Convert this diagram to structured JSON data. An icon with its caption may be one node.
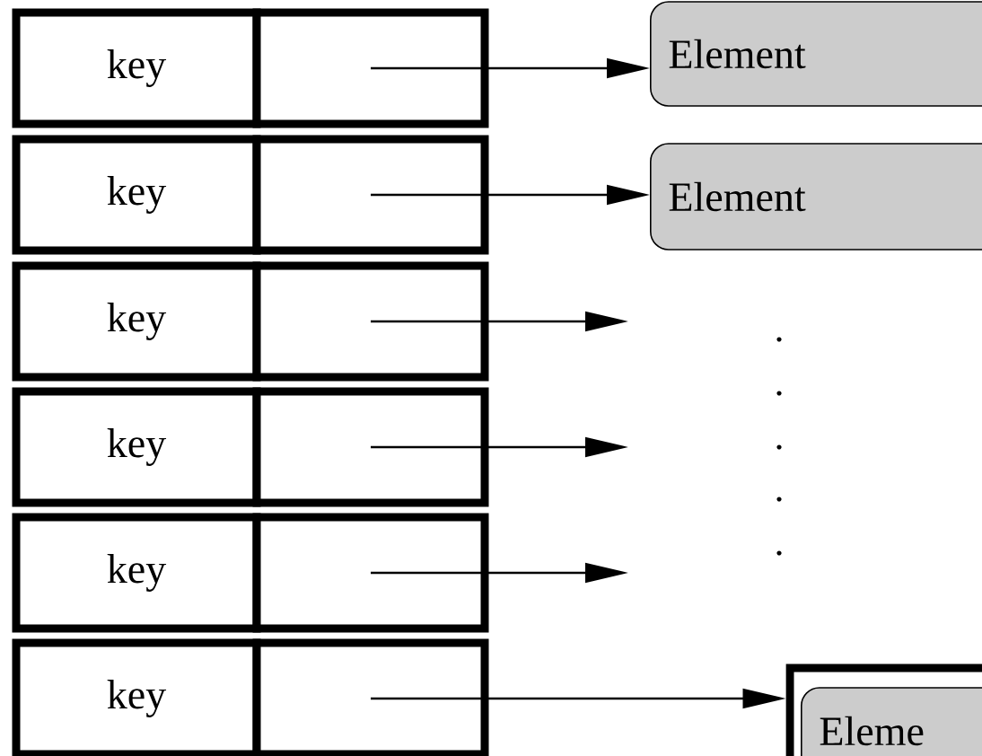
{
  "diagram": {
    "nodes": [
      {
        "text": [
          "key"
        ]
      },
      {
        "text": [],
        "shape": "box"
      },
      {
        "text": [
          "key"
        ]
      },
      {
        "text": [],
        "shape": "box"
      },
      {
        "text": [
          "key"
        ]
      },
      {
        "text": [],
        "shape": "box"
      },
      {
        "text": [
          "key"
        ]
      },
      {
        "text": [],
        "shape": "box"
      },
      {
        "text": [
          "key"
        ]
      },
      {
        "text": [],
        "shape": "box"
      },
      {
        "text": [
          "key"
        ]
      },
      {
        "text": [],
        "shape": "box"
      },
      {
        "text": [
          "Element"
        ]
      },
      {
        "text": [
          "Element"
        ]
      },
      {
        "text": [],
        "shape": "box"
      },
      {
        "text": [
          "Eleme"
        ],
        "in": 14
      }
    ],
    "edges": [
      {
        "from": 1,
        "to": 12,
        "arrow": "to"
      },
      {
        "from": 3,
        "to": 13,
        "arrow": "to"
      },
      {
        "from": 5,
        "to": null,
        "arrow": "to"
      },
      {
        "from": 7,
        "to": null,
        "arrow": "to"
      },
      {
        "from": 9,
        "to": null,
        "arrow": "to"
      },
      {
        "from": 11,
        "to": 14,
        "arrow": "to"
      }
    ]
  }
}
